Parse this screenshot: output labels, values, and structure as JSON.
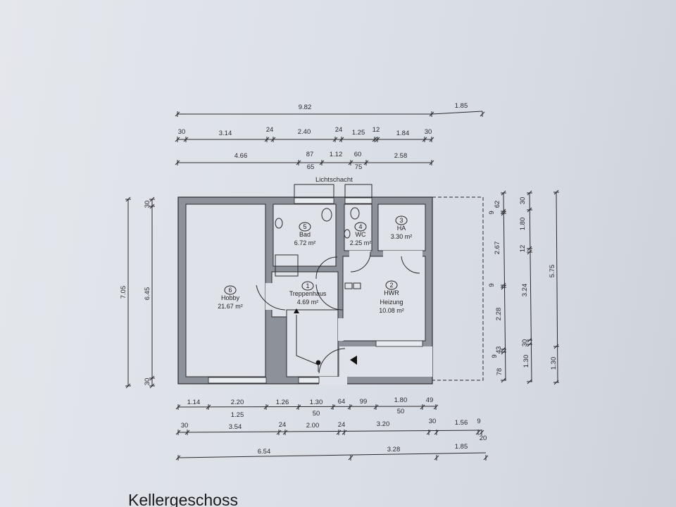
{
  "title": "Kellergeschoss",
  "light_well_label": "Lichtschacht",
  "rooms": [
    {
      "number": "1",
      "name": "Treppenhaus",
      "area": "4.69 m²"
    },
    {
      "number": "2",
      "name": "HWR",
      "name2": "Heizung",
      "area": "10.08 m²"
    },
    {
      "number": "3",
      "name": "HA",
      "area": "3.30 m²"
    },
    {
      "number": "4",
      "name": "WC",
      "area": "2.25 m²"
    },
    {
      "number": "5",
      "name": "Bad",
      "area": "6.72 m²"
    },
    {
      "number": "6",
      "name": "Hobby",
      "area": "21.67 m²"
    }
  ],
  "dimensions": {
    "top_overall": [
      "9.82",
      "1.85"
    ],
    "top_detail": [
      "30",
      "3.14",
      "24",
      "2.40",
      "24",
      "1.25",
      "12",
      "1.84",
      "30"
    ],
    "top_openings": [
      "4.66",
      "87",
      "65",
      "1.12",
      "60",
      "75",
      "2.58"
    ],
    "bottom_openings": [
      "1.14",
      "2.20",
      "1.25",
      "1.26",
      "1.30",
      "50",
      "64",
      "99",
      "1.80",
      "50",
      "49"
    ],
    "bottom_detail": [
      "30",
      "3.54",
      "24",
      "2.00",
      "24",
      "3.20",
      "30",
      "1.56",
      "9",
      "20"
    ],
    "bottom_overall": [
      "6.54",
      "3.28",
      "1.85"
    ],
    "left_overall": [
      "7.05"
    ],
    "left_detail": [
      "30",
      "6.45",
      "30"
    ],
    "right_openings": [
      "62",
      "9",
      "2.67",
      "9",
      "2.28",
      "43",
      "9",
      "78"
    ],
    "right_detail": [
      "30",
      "1.80",
      "12",
      "3.24",
      "30",
      "1.30"
    ],
    "right_overall": [
      "5.75",
      "1.30"
    ]
  }
}
